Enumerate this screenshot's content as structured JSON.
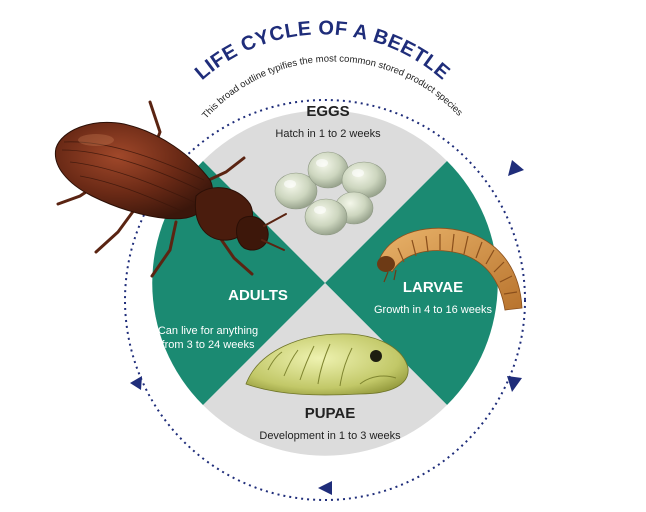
{
  "title": "LIFE CYCLE OF A BEETLE",
  "subtitle": "This broad outline typifies the most common stored product species",
  "stages": {
    "eggs": {
      "name": "EGGS",
      "desc": "Hatch in 1 to 2 weeks"
    },
    "larvae": {
      "name": "LARVAE",
      "desc": "Growth in 4 to 16 weeks"
    },
    "pupae": {
      "name": "PUPAE",
      "desc": "Development in 1 to 3 weeks"
    },
    "adults": {
      "name": "ADULTS",
      "desc_line1": "Can live for anything",
      "desc_line2": "from 3 to 24 weeks"
    }
  },
  "colors": {
    "teal": "#1b8a72",
    "grey": "#dcdcdc",
    "navy": "#1f2d7a"
  },
  "icons": [
    "beetle-illustration",
    "eggs-illustration",
    "larva-illustration",
    "pupa-illustration",
    "cycle-arrow-icon"
  ]
}
